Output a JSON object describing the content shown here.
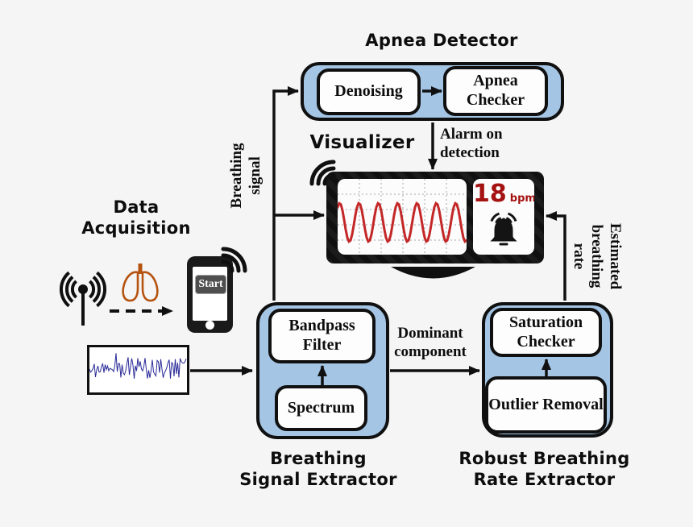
{
  "titles": {
    "apnea_detector": "Apnea Detector",
    "visualizer": "Visualizer",
    "data_acquisition": "Data\nAcquisition",
    "breathing_signal_extractor": "Breathing\nSignal Extractor",
    "robust_rate_extractor": "Robust Breathing\nRate Extractor"
  },
  "blocks": {
    "denoising": "Denoising",
    "apnea_checker": "Apnea Checker",
    "bandpass_filter": "Bandpass Filter",
    "spectrum": "Spectrum",
    "saturation_checker": "Saturation Checker",
    "outlier_removal": "Outlier Removal"
  },
  "edge_labels": {
    "breathing_signal": "Breathing signal",
    "alarm_on_detection": "Alarm on detection",
    "dominant_component": "Dominant component",
    "estimated_breathing_rate": "Estimated breathing rate"
  },
  "monitor": {
    "bpm_value": "18",
    "bpm_unit": "bpm"
  },
  "phone": {
    "start_label": "Start"
  },
  "icons": {
    "antenna": "radio-antenna with waves",
    "lungs": "lungs outline",
    "smartphone": "smartphone with start button",
    "wifi": "wireless signal arcs",
    "bell": "alarm bell",
    "monitor": "display with breathing waveform",
    "noisy_signal": "raw noisy signal trace",
    "sine_wave": "breathing waveform"
  },
  "colors": {
    "background": "#f5f5f5",
    "container_blue": "#a5c5e4",
    "box_white": "#fdfdfd",
    "line_black": "#101010",
    "wave_red": "#c42727",
    "bpm_red": "#a51212",
    "lungs_orange": "#b5530f",
    "noise_blue": "#2a2a99"
  }
}
